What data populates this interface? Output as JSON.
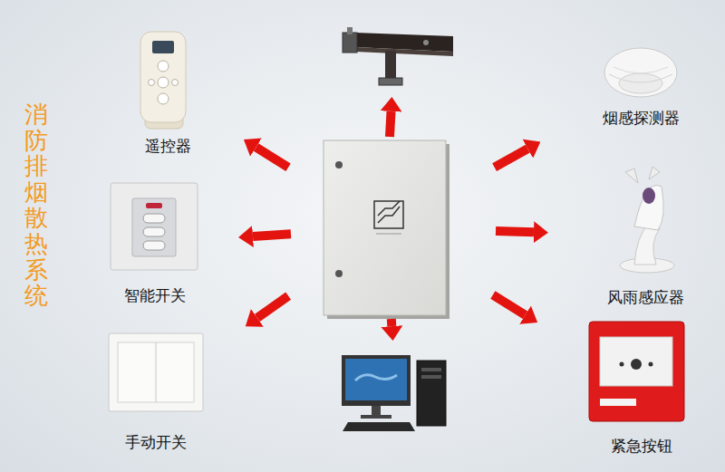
{
  "diagram": {
    "title": "消防排烟散热系统",
    "nodes": [
      {
        "text": [
          "遥控器"
        ]
      },
      {
        "text": []
      },
      {
        "text": [
          "烟感探测器"
        ]
      },
      {
        "text": [
          "智能开关"
        ]
      },
      {
        "text": []
      },
      {
        "text": [
          "风雨感应器"
        ]
      },
      {
        "text": [
          "手动开关"
        ]
      },
      {
        "text": []
      },
      {
        "text": [
          "紧急按钮"
        ]
      }
    ],
    "edges": [
      {
        "from": 4,
        "to": 0,
        "arrow": "to"
      },
      {
        "from": 4,
        "to": 1,
        "arrow": "to"
      },
      {
        "from": 4,
        "to": 2,
        "arrow": "to"
      },
      {
        "from": 4,
        "to": 3,
        "arrow": "to"
      },
      {
        "from": 4,
        "to": 5,
        "arrow": "to"
      },
      {
        "from": 4,
        "to": 6,
        "arrow": "to"
      },
      {
        "from": 4,
        "to": 7,
        "arrow": "to"
      },
      {
        "from": 4,
        "to": 8,
        "arrow": "to"
      }
    ]
  }
}
